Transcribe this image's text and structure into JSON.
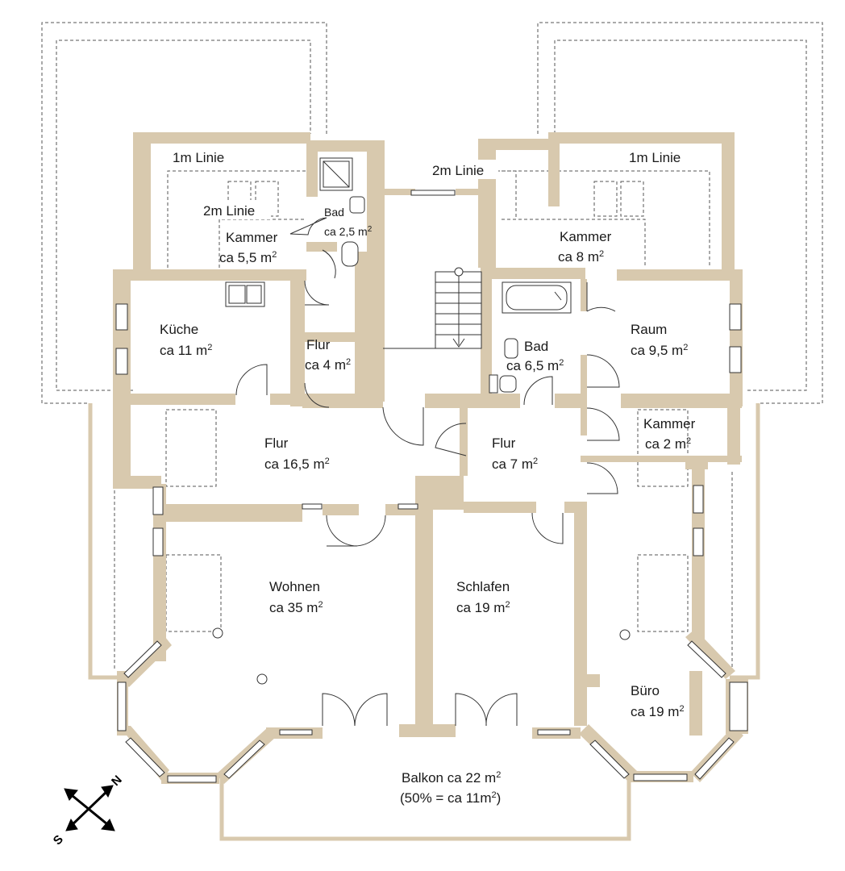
{
  "colors": {
    "wall": "#d8c9ae",
    "wall_dark": "#cdbd9f",
    "background": "#ffffff",
    "line": "#333333"
  },
  "labels": {
    "line_1m_left": "1m Linie",
    "line_2m_left": "2m Linie",
    "line_2m_top": "2m Linie",
    "line_1m_right": "1m Linie",
    "kammer_left_name": "Kammer",
    "kammer_left_area": "ca 5,5 m",
    "bad_small_name": "Bad",
    "bad_small_area": "ca 2,5 m",
    "kammer_right_name": "Kammer",
    "kammer_right_area": "ca 8 m",
    "kueche_name": "Küche",
    "kueche_area": "ca 11 m",
    "flur_small_name": "Flur",
    "flur_small_area": "ca 4 m",
    "bad_large_name": "Bad",
    "bad_large_area": "ca 6,5 m",
    "raum_name": "Raum",
    "raum_area": "ca 9,5 m",
    "kammer_small_name": "Kammer",
    "kammer_small_area": "ca 2 m",
    "flur_large_name": "Flur",
    "flur_large_area": "ca 16,5 m",
    "flur_mid_name": "Flur",
    "flur_mid_area": "ca 7 m",
    "wohnen_name": "Wohnen",
    "wohnen_area": "ca 35 m",
    "schlafen_name": "Schlafen",
    "schlafen_area": "ca 19 m",
    "buero_name": "Büro",
    "buero_area": "ca 19 m",
    "balkon_line1": "Balkon ca 22 m",
    "balkon_line2": "(50% = ca 11m",
    "balkon_line2_end": ")",
    "sup": "2"
  },
  "compass": {
    "north": "N",
    "south": "S",
    "icon": "compass-arrows-icon"
  }
}
